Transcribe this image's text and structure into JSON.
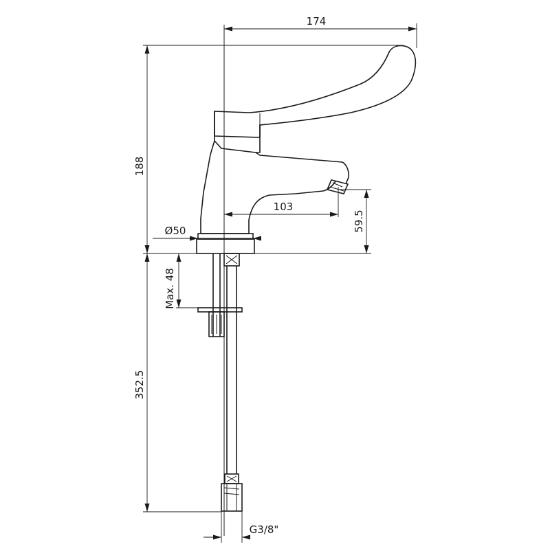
{
  "dimensions": {
    "total_width": "174",
    "total_height": "188",
    "spout_reach": "103",
    "spout_height": "59.5",
    "base_diameter": "Ø50",
    "max_deck_thickness": "Max. 48",
    "hose_length": "352.5",
    "hose_connection": "G3/8\""
  }
}
